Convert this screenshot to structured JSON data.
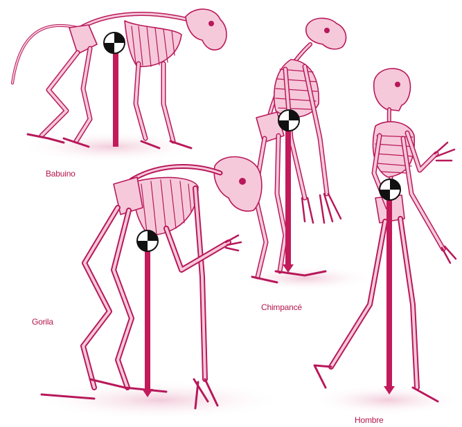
{
  "labels": {
    "babuino": "Babuino",
    "gorila": "Gorila",
    "chimpance": "Chimpancé",
    "hombre": "Hombre"
  },
  "colors": {
    "bone_fill": "#f6c9da",
    "bone_stroke": "#b8185a",
    "gravity_line": "#c21a5a",
    "shadow": "#f0c6d6",
    "label": "#b5164a"
  },
  "figures": [
    {
      "name": "babuino",
      "icon": "baboon-skeleton"
    },
    {
      "name": "gorila",
      "icon": "gorilla-skeleton"
    },
    {
      "name": "chimpance",
      "icon": "chimpanzee-skeleton"
    },
    {
      "name": "hombre",
      "icon": "human-skeleton"
    }
  ],
  "markers": {
    "icon": "center-of-gravity-marker"
  }
}
